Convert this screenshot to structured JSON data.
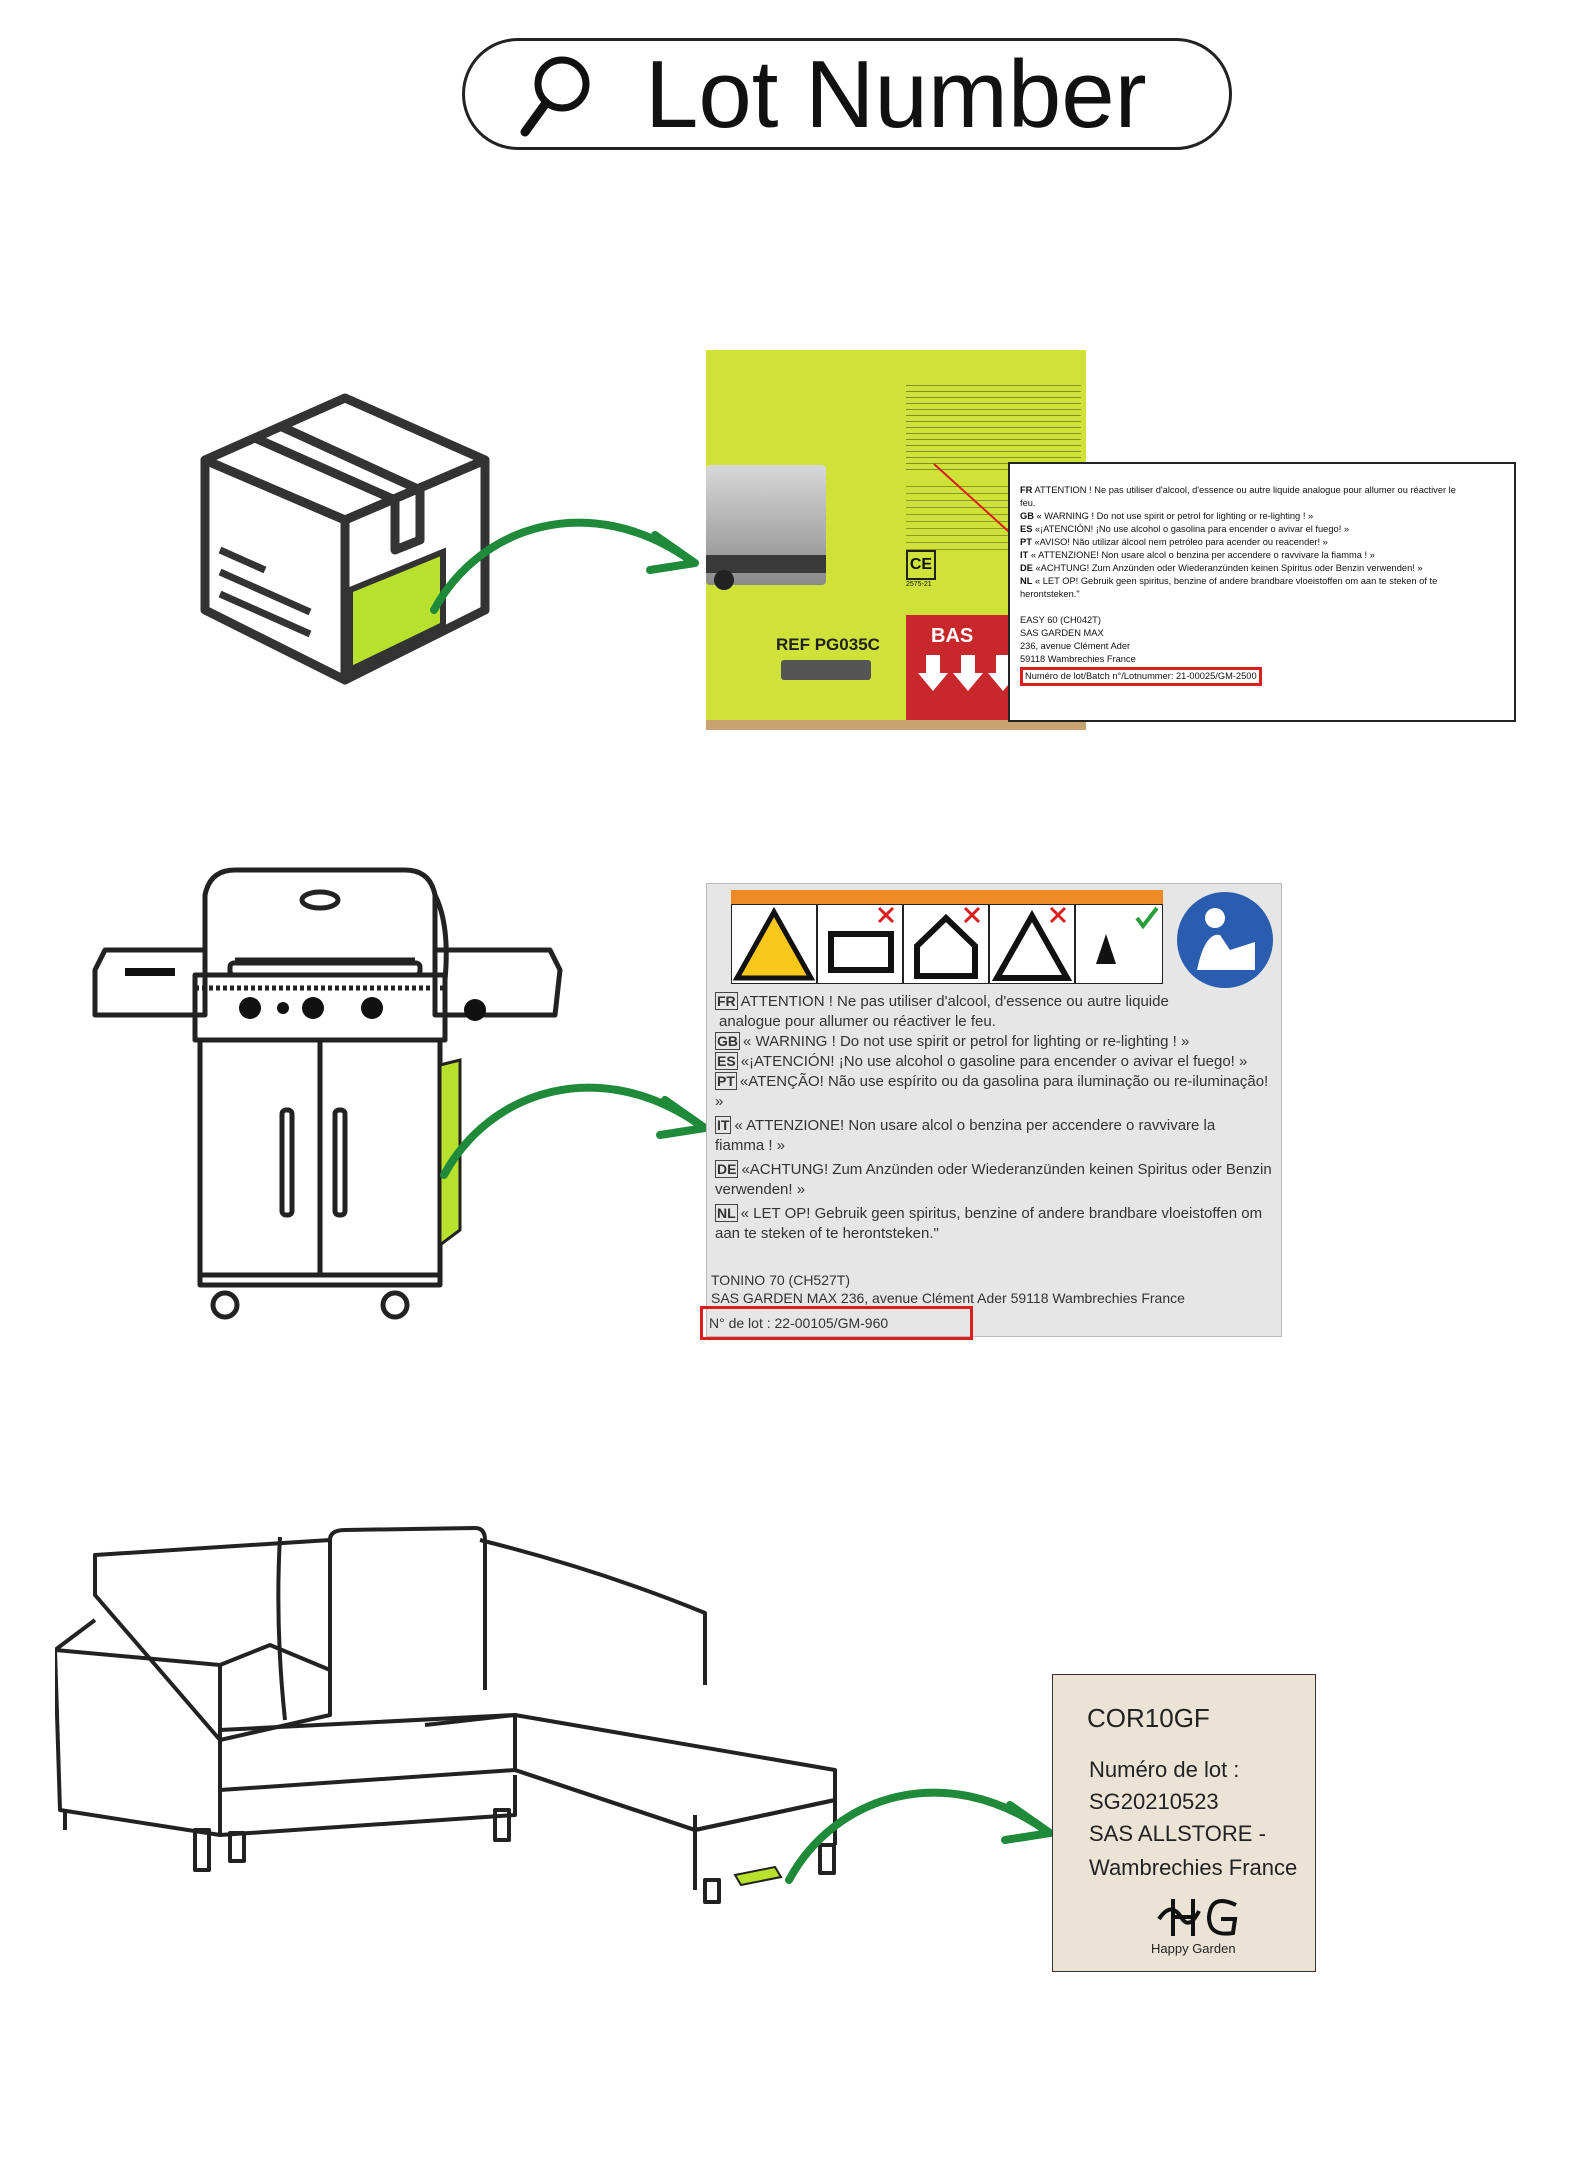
{
  "header": {
    "title": "Lot Number",
    "icon": "magnifier-icon"
  },
  "colors": {
    "accent_green": "#b7e12c",
    "arrow_green": "#1f8a3a",
    "highlight_red": "#d9201f",
    "label_lime": "#cfe23a"
  },
  "rows": [
    {
      "item": "package-box",
      "photo": {
        "ref": "REF PG035C",
        "side_mark": "BAS",
        "ce_code": "2575-21",
        "label_lines": [
          {
            "tag": "FR",
            "text": "ATTENTION ! Ne pas utiliser d'alcool, d'essence ou autre liquide analogue pour allumer ou réactiver le"
          },
          {
            "tag": "",
            "text": "feu."
          },
          {
            "tag": "GB",
            "text": "« WARNING ! Do not use spirit or petrol for lighting or re-lighting ! »"
          },
          {
            "tag": "ES",
            "text": "«¡ATENCIÓN! ¡No use alcohol o gasolina para encender o avivar el fuego! »"
          },
          {
            "tag": "PT",
            "text": "«AVISO! Não utilizar álcool nem petróleo para acender ou reacender! »"
          },
          {
            "tag": "IT",
            "text": "« ATTENZIONE! Non usare alcol o benzina per accendere o ravvivare la fiamma ! »"
          },
          {
            "tag": "DE",
            "text": "«ACHTUNG! Zum Anzünden oder Wiederanzünden keinen Spiritus oder Benzin verwenden! »"
          },
          {
            "tag": "NL",
            "text": "« LET OP! Gebruik geen spiritus, benzine of andere brandbare vloeistoffen om aan te steken of te"
          },
          {
            "tag": "",
            "text": "herontsteken.\""
          }
        ],
        "model": "EASY 60 (CH042T)",
        "company": "SAS GARDEN MAX",
        "street": "236, avenue Clément Ader",
        "city": "59118 Wambrechies France",
        "lot_line": "Numéro de lot/Batch n°/Lotnummer: 21-00025/GM-2500"
      }
    },
    {
      "item": "gas-grill",
      "photo": {
        "label_lines": [
          {
            "tag": "FR",
            "text": "ATTENTION ! Ne pas utiliser d'alcool, d'essence ou autre liquide"
          },
          {
            "tag": "",
            "text": "analogue pour allumer ou réactiver le feu."
          },
          {
            "tag": "GB",
            "text": "« WARNING ! Do not use spirit or petrol for lighting or re-lighting ! »"
          },
          {
            "tag": "ES",
            "text": "«¡ATENCIÓN! ¡No use alcohol o gasoline para encender o avivar el fuego! »"
          },
          {
            "tag": "PT",
            "text": "«ATENÇÃO! Não use espírito ou da gasolina para iluminação ou re-iluminação!"
          },
          {
            "tag": "",
            "text": "»"
          },
          {
            "tag": "IT",
            "text": "« ATTENZIONE! Non usare alcol o benzina per accendere o ravvivare la"
          },
          {
            "tag": "",
            "text": "fiamma ! »"
          },
          {
            "tag": "DE",
            "text": "«ACHTUNG! Zum Anzünden oder Wiederanzünden keinen Spiritus oder Benzin"
          },
          {
            "tag": "",
            "text": "verwenden! »"
          },
          {
            "tag": "NL",
            "text": "« LET OP! Gebruik geen spiritus, benzine of andere brandbare vloeistoffen om"
          },
          {
            "tag": "",
            "text": "aan te steken of te herontsteken.\""
          }
        ],
        "model": "TONINO 70 (CH527T)",
        "company": "SAS GARDEN MAX 236, avenue Clément Ader 59118 Wambrechies France",
        "lot_line": "N° de lot : 22-00105/GM-960"
      }
    },
    {
      "item": "corner-sofa",
      "photo": {
        "model": "COR10GF",
        "lot_label": "Numéro de lot :",
        "lot_value": "SG20210523",
        "company": "SAS ALLSTORE -",
        "city": "Wambrechies France",
        "brand_name": "Happy Garden"
      }
    }
  ]
}
